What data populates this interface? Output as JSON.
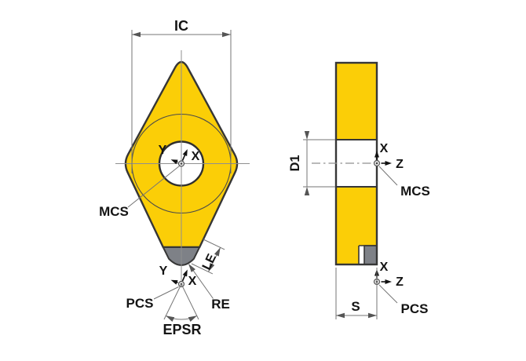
{
  "colors": {
    "insert_yellow": "#fbce07",
    "tip_gray": "#7e8187",
    "hole_white": "#ffffff"
  },
  "front_view": {
    "dim_ic": "IC",
    "label_mcs": "MCS",
    "label_pcs": "PCS",
    "dim_re": "RE",
    "dim_le": "LE",
    "dim_epsr": "EPSR",
    "axis_x": "X",
    "axis_y": "Y"
  },
  "side_view": {
    "dim_d1": "D1",
    "dim_s": "S",
    "label_mcs": "MCS",
    "label_pcs": "PCS",
    "axis_x": "X",
    "axis_z": "Z"
  }
}
